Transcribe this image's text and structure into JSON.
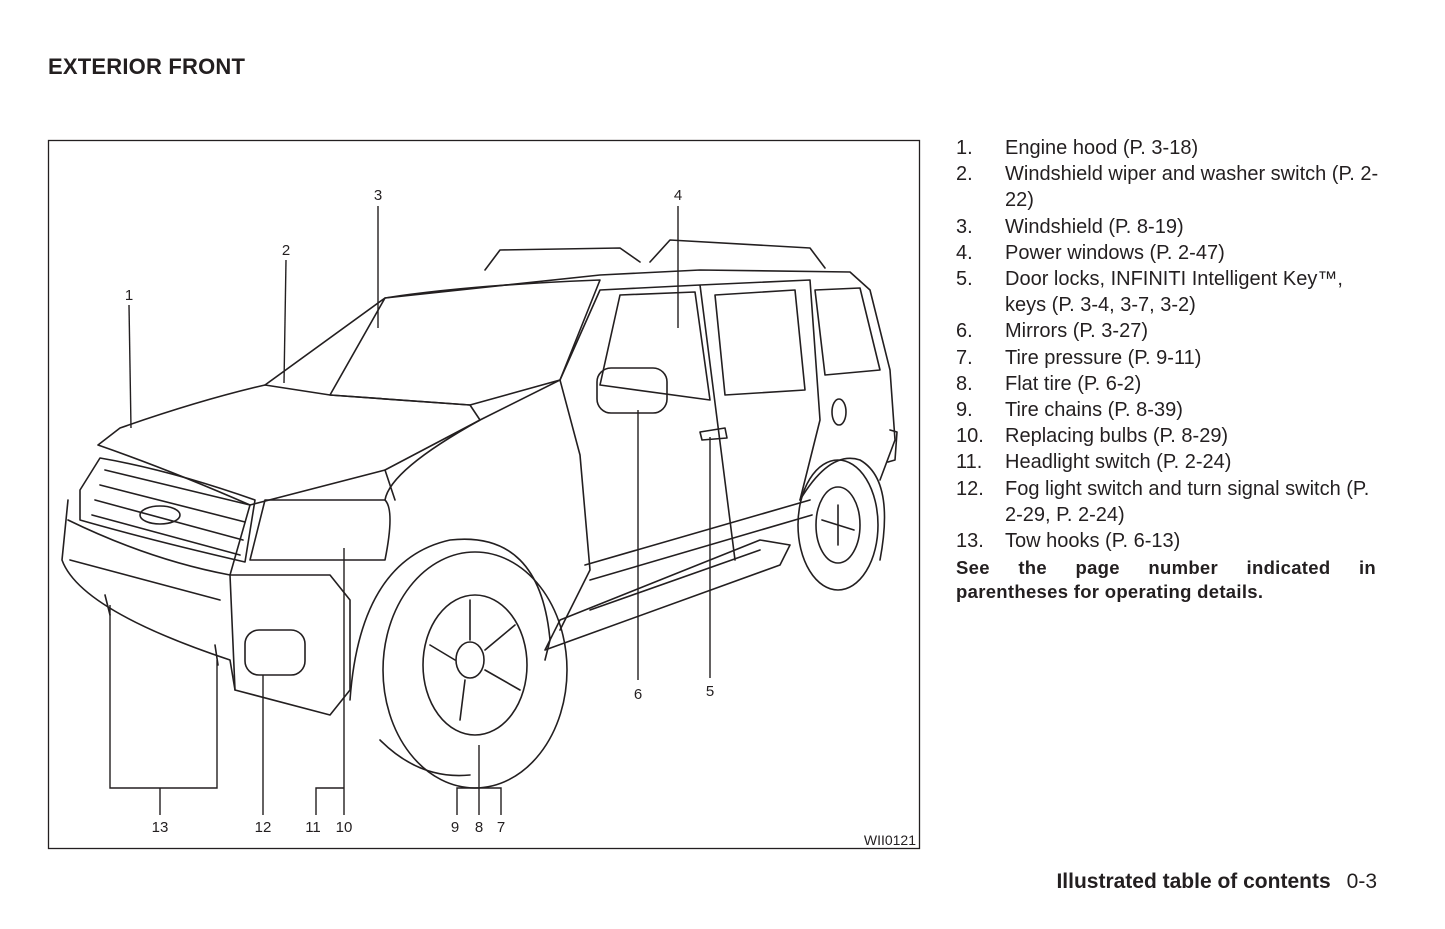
{
  "page_title": "EXTERIOR FRONT",
  "figure": {
    "code": "WII0121",
    "callouts": {
      "c1": "1",
      "c2": "2",
      "c3": "3",
      "c4": "4",
      "c5": "5",
      "c6": "6",
      "c7": "7",
      "c8": "8",
      "c9": "9",
      "c10": "10",
      "c11": "11",
      "c12": "12",
      "c13": "13"
    }
  },
  "items": [
    {
      "num": "1.",
      "text": "Engine hood (P. 3-18)"
    },
    {
      "num": "2.",
      "text": "Windshield wiper and washer switch (P. 2-22)"
    },
    {
      "num": "3.",
      "text": "Windshield (P. 8-19)"
    },
    {
      "num": "4.",
      "text": "Power windows (P. 2-47)"
    },
    {
      "num": "5.",
      "text": "Door locks, INFINITI Intelligent Key™, keys (P. 3-4, 3-7, 3-2)"
    },
    {
      "num": "6.",
      "text": "Mirrors (P. 3-27)"
    },
    {
      "num": "7.",
      "text": "Tire pressure (P. 9-11)"
    },
    {
      "num": "8.",
      "text": "Flat tire (P. 6-2)"
    },
    {
      "num": "9.",
      "text": "Tire chains (P. 8-39)"
    },
    {
      "num": "10.",
      "text": "Replacing bulbs (P. 8-29)"
    },
    {
      "num": "11.",
      "text": "Headlight switch (P. 2-24)"
    },
    {
      "num": "12.",
      "text": "Fog light switch and turn signal switch (P. 2-29, P. 2-24)"
    },
    {
      "num": "13.",
      "text": "Tow hooks (P. 6-13)"
    }
  ],
  "note": "See the page number indicated in parentheses for operating details.",
  "footer": {
    "section": "Illustrated table of contents",
    "page": "0-3"
  }
}
